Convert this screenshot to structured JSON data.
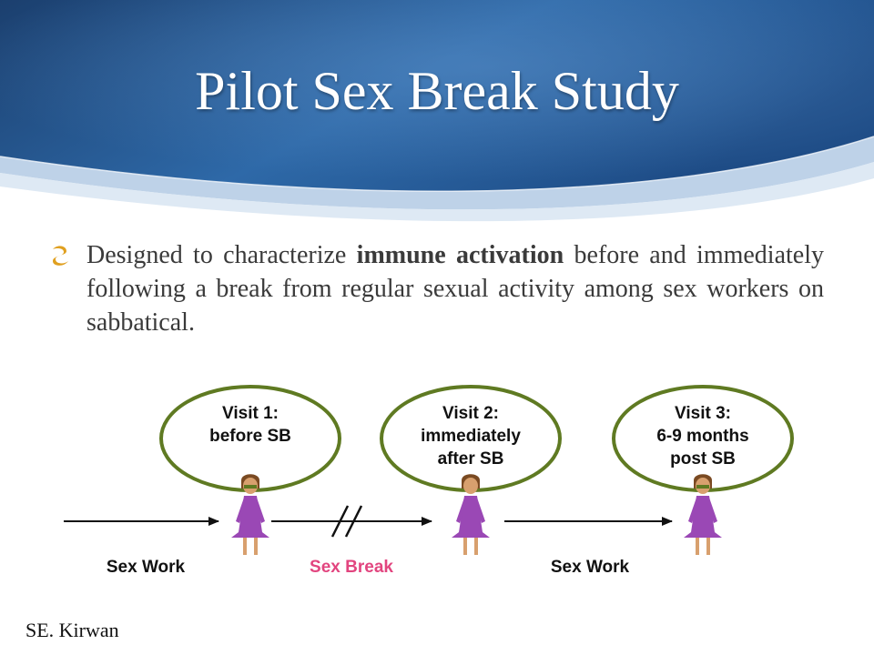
{
  "slide": {
    "title": "Pilot Sex Break Study",
    "bullet": {
      "text_before": "Designed to characterize ",
      "text_bold": "immune activation",
      "text_after": " before and immediately following a break from regular sexual activity among sex workers on sabbatical."
    },
    "citation": "SE. Kirwan"
  },
  "diagram": {
    "visits": [
      {
        "lines": [
          "Visit 1:",
          "before SB"
        ]
      },
      {
        "lines": [
          "Visit 2:",
          "immediately",
          "after SB"
        ]
      },
      {
        "lines": [
          "Visit 3:",
          "6-9 months",
          "post SB"
        ]
      }
    ],
    "phases": [
      {
        "label": "Sex Work"
      },
      {
        "label": "Sex Break"
      },
      {
        "label": "Sex Work"
      }
    ]
  },
  "colors": {
    "header_dark": "#1b3f6e",
    "header_mid": "#2e69a8",
    "ellipse_border": "#5f7a22",
    "figure_dress": "#9a48b5",
    "figure_hair": "#7a4a22",
    "figure_skin": "#d8a06e",
    "sex_break_label": "#e2457f",
    "bullet_icon": "#e0a020"
  }
}
